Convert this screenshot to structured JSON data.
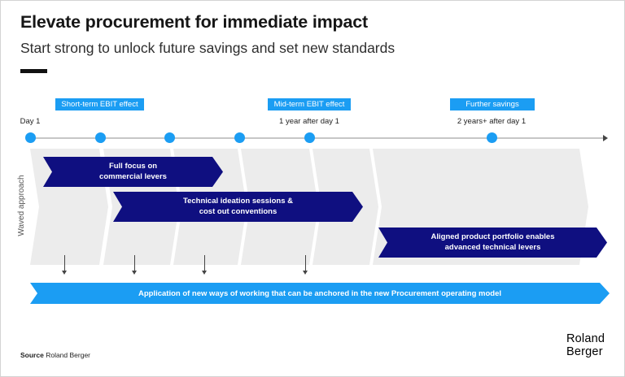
{
  "header": {
    "title": "Elevate procurement for immediate impact",
    "subtitle": "Start strong to unlock future savings and set new standards"
  },
  "timeline": {
    "phase_badges": [
      "Short-term EBIT effect",
      "Mid-term EBIT effect",
      "Further savings"
    ],
    "milestones": [
      "Day 1",
      "1 year after day 1",
      "2 years+ after day 1"
    ]
  },
  "diagram": {
    "axis_label": "Waved approach",
    "wave_banners": [
      "Full focus on\ncommercial levers",
      "Technical ideation sessions &\ncost out conventions",
      "Aligned product portfolio enables\nadvanced technical levers"
    ],
    "foundation_banner": "Application of new ways of working that can be anchored in the new Procurement operating model"
  },
  "footer": {
    "source_label": "Source",
    "source_value": "Roland Berger",
    "logo": [
      "Roland",
      "Berger"
    ]
  },
  "colors": {
    "navy": "#0f0f80",
    "bright_blue": "#1b9df3",
    "chevron_gray": "#ececec"
  }
}
